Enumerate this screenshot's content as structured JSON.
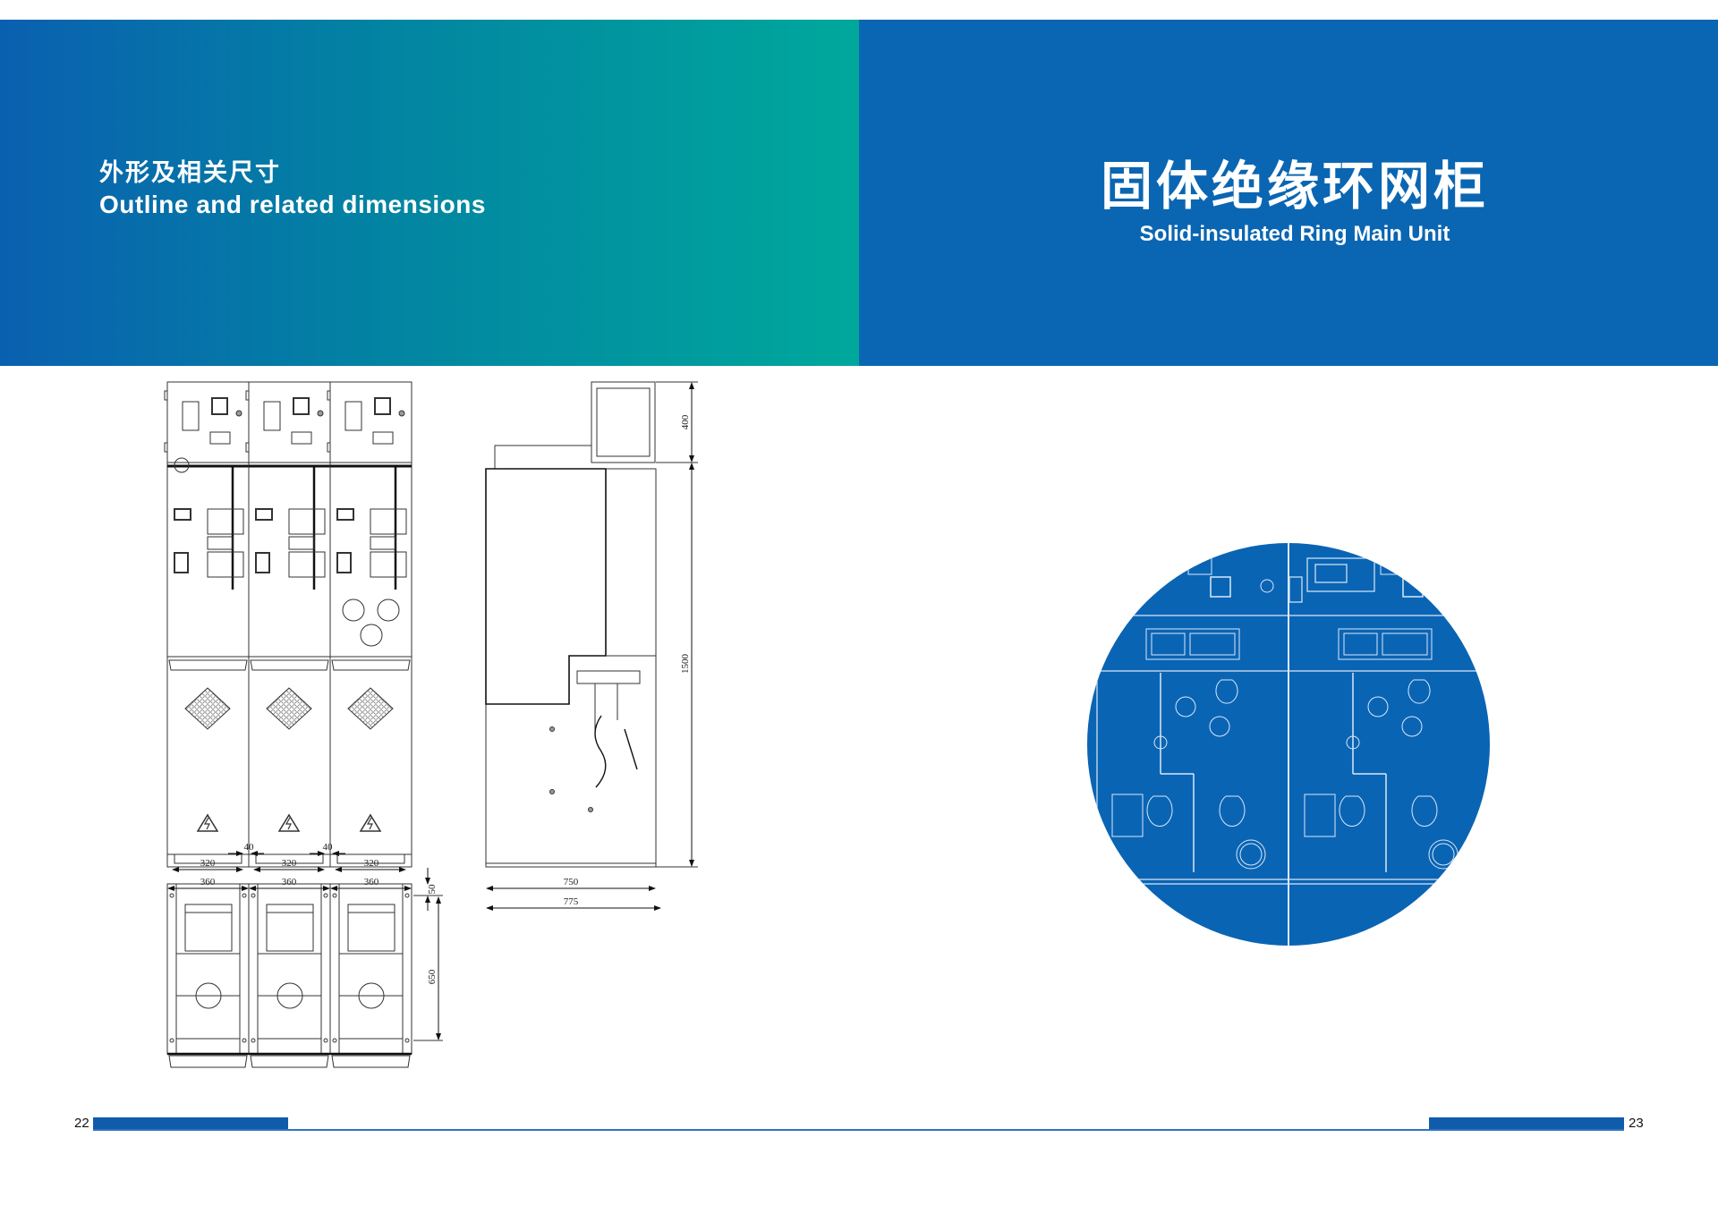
{
  "header": {
    "left": {
      "title_cn": "外形及相关尺寸",
      "title_en": "Outline and related dimensions"
    },
    "right": {
      "title_cn": "固体绝缘环网柜",
      "title_en": "Solid-insulated Ring Main Unit"
    }
  },
  "front_view": {
    "widths": [
      "360",
      "360",
      "360"
    ]
  },
  "side_view": {
    "height_top": "400",
    "height_main": "1500",
    "depth_inner": "750",
    "depth_outer": "775"
  },
  "base_view": {
    "widths": [
      "320",
      "320",
      "320"
    ],
    "gaps": [
      "40",
      "40"
    ],
    "offset": "50",
    "depth": "650"
  },
  "footer": {
    "page_left": "22",
    "page_right": "23"
  },
  "colors": {
    "gradient_start": "#0a60b0",
    "gradient_end": "#00a89c",
    "brand_blue": "#0a66b2",
    "footer_bar": "#0f5cab"
  }
}
